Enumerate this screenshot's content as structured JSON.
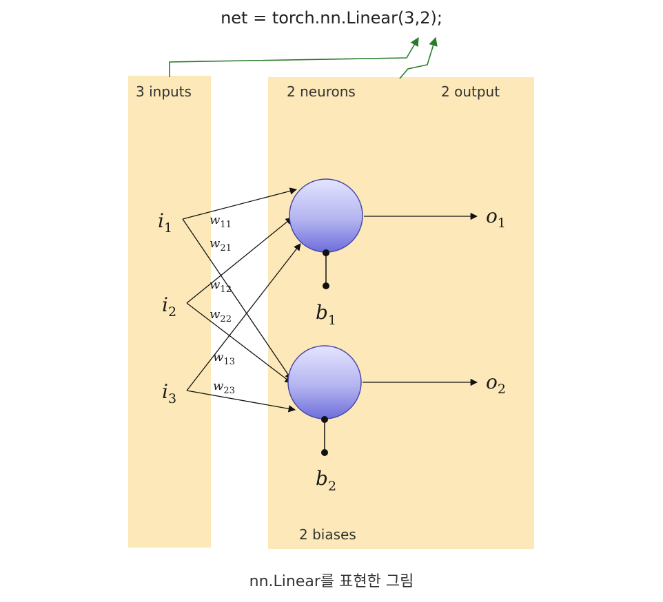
{
  "code": "net = torch.nn.Linear(3,2);",
  "caption": "nn.Linear를 표현한 그림",
  "panels": {
    "inputs_label": "3 inputs",
    "neurons_label": "2 neurons",
    "output_label": "2 output",
    "biases_label": "2 biases"
  },
  "inputs": [
    {
      "sym": "i",
      "sub": "1"
    },
    {
      "sym": "i",
      "sub": "2"
    },
    {
      "sym": "i",
      "sub": "3"
    }
  ],
  "weights": [
    {
      "sym": "w",
      "sub": "11"
    },
    {
      "sym": "w",
      "sub": "21"
    },
    {
      "sym": "w",
      "sub": "12"
    },
    {
      "sym": "w",
      "sub": "22"
    },
    {
      "sym": "w",
      "sub": "13"
    },
    {
      "sym": "w",
      "sub": "23"
    }
  ],
  "outputs": [
    {
      "sym": "o",
      "sub": "1"
    },
    {
      "sym": "o",
      "sub": "2"
    }
  ],
  "biases": [
    {
      "sym": "b",
      "sub": "1"
    },
    {
      "sym": "b",
      "sub": "2"
    }
  ],
  "colors": {
    "panel": "#fce8b8",
    "arrow_green": "#2a7a2a",
    "neuron_top": "#dcdcff",
    "neuron_bottom": "#7a7ae0",
    "neuron_stroke": "#4040a0"
  }
}
